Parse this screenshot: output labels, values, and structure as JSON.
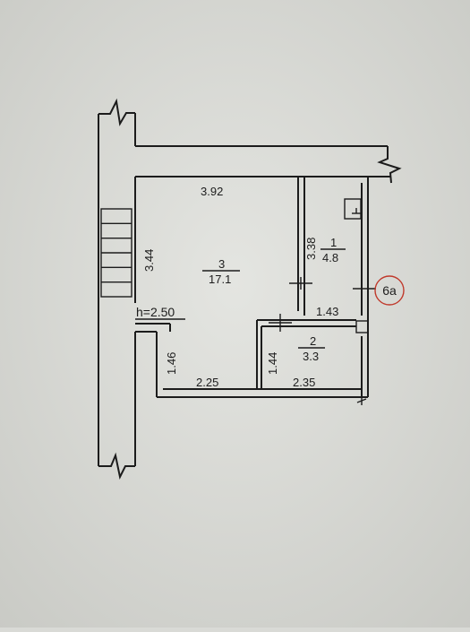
{
  "plan": {
    "height_label": "h=2.50",
    "stair_steps": 6,
    "rooms": [
      {
        "number": "3",
        "area": "17.1"
      },
      {
        "number": "1",
        "area": "4.8"
      },
      {
        "number": "2",
        "area": "3.3"
      }
    ],
    "dimensions": {
      "top_width": "3.92",
      "left_height": "3.44",
      "room1_height": "3.38",
      "room2_width": "1.43",
      "lower_left_height": "1.46",
      "bottom_left_width": "2.25",
      "room2_height": "1.44",
      "bottom_right_width": "2.35"
    },
    "stamp_label": "6a",
    "stamp_color": "#c0392b"
  }
}
